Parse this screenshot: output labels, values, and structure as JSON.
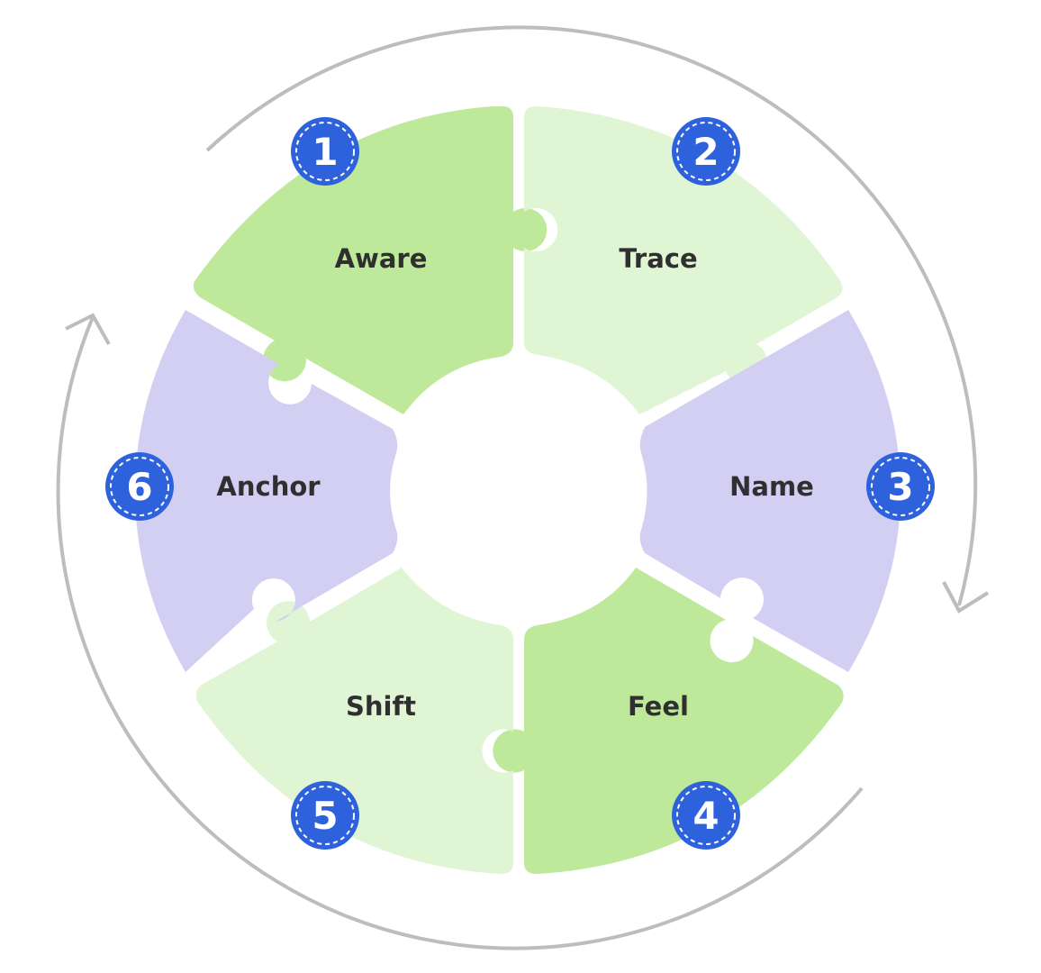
{
  "colors": {
    "dark_green": "#bfe99a",
    "light_green": "#e0f5d3",
    "lavender": "#d3cff2",
    "badge_blue": "#2e62dc",
    "arrow_gray": "#bdbdbd",
    "text": "#2f2f2f"
  },
  "steps": [
    {
      "number": "1",
      "label": "Aware",
      "color": "#bfe99a"
    },
    {
      "number": "2",
      "label": "Trace",
      "color": "#e0f5d3"
    },
    {
      "number": "3",
      "label": "Name",
      "color": "#d3cff2"
    },
    {
      "number": "4",
      "label": "Feel",
      "color": "#bfe99a"
    },
    {
      "number": "5",
      "label": "Shift",
      "color": "#e0f5d3"
    },
    {
      "number": "6",
      "label": "Anchor",
      "color": "#d3cff2"
    }
  ],
  "cycle_arrows": {
    "direction": "clockwise",
    "icon": "circular-arrow-icon"
  }
}
